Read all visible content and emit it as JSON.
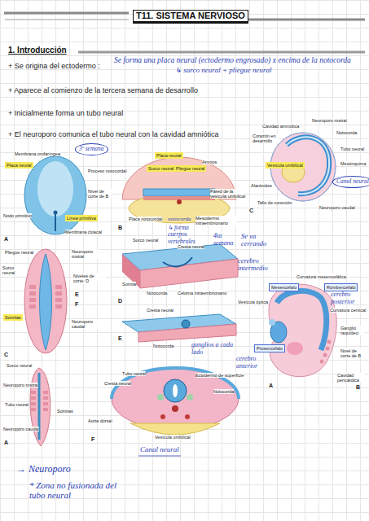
{
  "diagram": {
    "title": "T11. SISTEMA NERVIOSO",
    "nodes": [
      {
        "text": [
          "3ª semana"
        ]
      },
      {
        "text": [
          "Placa neural"
        ]
      },
      {
        "text": [
          "Placa neural"
        ]
      },
      {
        "text": [
          "Surco neural"
        ]
      },
      {
        "text": [
          "Pliegue neural"
        ]
      },
      {
        "text": [
          "Vesícula umbilical"
        ]
      },
      {
        "text": [
          "Canal neural"
        ]
      },
      {
        "text": [
          "Línea primitiva"
        ]
      },
      {
        "text": [
          "Mesencéfalo"
        ]
      },
      {
        "text": [
          "Rombencéfalo"
        ]
      },
      {
        "text": [
          "Somitas"
        ]
      },
      {
        "text": [
          "Prosencéfalo"
        ]
      }
    ],
    "labels": [
      "1. Introducción",
      "+ Se origina del ectodermo :",
      "Se forma una placa neural (ectodermo engrosado) x encima de la notocorda",
      "↳ surco neural + pliegue neural",
      "+ Aparece al comienzo de la tercera semana de desarrollo",
      "+ Inicialmente forma un tubo neural",
      "+ El neuroporo comunica el tubo neural con la cavidad amniótica",
      "Neuroporo rostral",
      "Cavidad amniótica",
      "Notocorda",
      "Corazón en desarrollo",
      "Tubo neural",
      "Mesénquima",
      "Alantoides",
      "Tallo de conexión",
      "Neuroporo caudal",
      "C",
      "Membrana orofaríngea",
      "Proceso notocordal",
      "Nivel de corte de B",
      "Nodo primitivo",
      "Membrana cloacal",
      "A",
      "Amnios",
      "Pared de la vesícula umbilical",
      "Placa notocordal",
      "notocorda",
      "Mesodermo intraembrionario",
      "↳ forma cuerpos vertebrales",
      "B",
      "Surco neural",
      "Cresta neural",
      "4ta semana",
      "Se va cerrando",
      "Somita",
      "Notocorda",
      "Celoma intraembrionario",
      "D",
      "cerebro intermedio",
      "Pliegue neural",
      "Neuroporo rostral",
      "Surco neural",
      "Niveles de corte: D",
      "E",
      "F",
      "Neuroporo caudal",
      "C",
      "Curvatura mesencefálica",
      "cerebro posterior",
      "Vesícula óptica",
      "Curvatura cervical",
      "Ganglio raquídeo",
      "cerebro anterior",
      "Nivel de corte de B",
      "Cavidad pericárdica",
      "A",
      "B",
      "Cresta neural",
      "Notocorda",
      "E",
      "ganglios a cada lado",
      "Tubo neural",
      "Cresta neural",
      "Ectodermo de superficie",
      "Notocorda",
      "Aorta dorsal",
      "Vesícula umbilical",
      "F",
      "Surco neural",
      "Neuroporo rostral",
      "Tubo neural",
      "Somitas",
      "Neuroporo caudal",
      "A",
      "Canal neural",
      "→ Neuroporo",
      "* Zona no fusionada del tubo neural"
    ]
  }
}
